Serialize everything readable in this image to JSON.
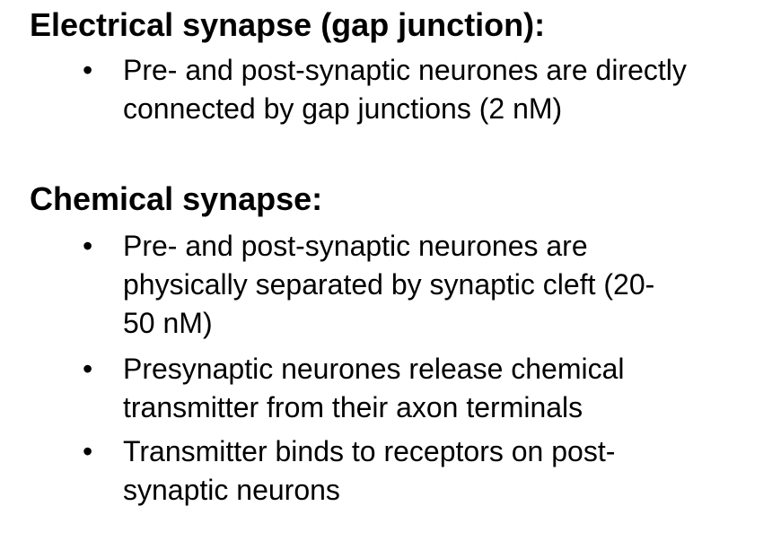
{
  "page": {
    "background_color": "#ffffff",
    "text_color": "#000000"
  },
  "bullet_char": "•",
  "sections": [
    {
      "heading": "Electrical synapse (gap junction):",
      "bullets": [
        "Pre- and post-synaptic neurones are directly\nconnected by gap junctions (2 nM)"
      ]
    },
    {
      "heading": "Chemical synapse:",
      "bullets": [
        "Pre- and post-synaptic neurones are\nphysically separated by synaptic cleft (20-\n50 nM)",
        "Presynaptic neurones release chemical\ntransmitter from their axon terminals",
        "Transmitter binds to receptors on post-\nsynaptic neurons"
      ]
    }
  ]
}
